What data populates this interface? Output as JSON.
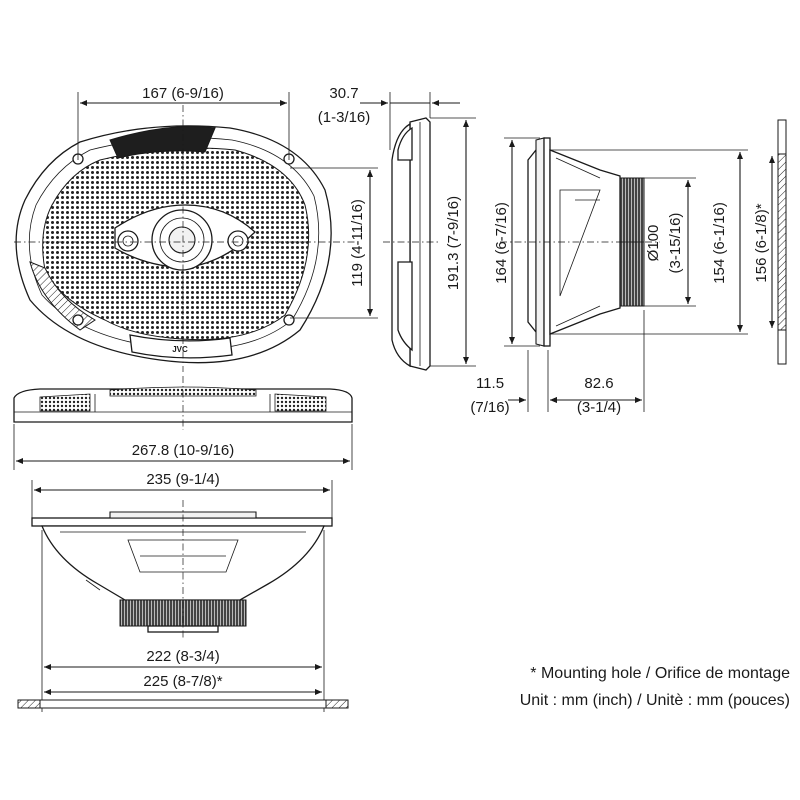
{
  "front_view": {
    "width_between_holes": "167 (6-9/16)",
    "height_between_holes": "119 (4-11/16)",
    "brand_logo": "JVC"
  },
  "side_view": {
    "depth_flange": "30.7",
    "depth_flange_inch": "(1-3/16)",
    "overall_height": "191.3 (7-9/16)"
  },
  "profile_view": {
    "grille_height": "164 (6-7/16)",
    "magnet_diameter": "Ø100",
    "magnet_diameter_inch": "(3-15/16)",
    "cutout_height": "154 (6-1/16)",
    "mounting_hole_height": "156 (6-1/8)*",
    "flange_depth": "11.5",
    "flange_depth_inch": "(7/16)",
    "mounting_depth": "82.6",
    "mounting_depth_inch": "(3-1/4)"
  },
  "top_view": {
    "overall_width": "267.8 (10-9/16)"
  },
  "bottom_view": {
    "width_235": "235 (9-1/4)",
    "width_222": "222 (8-3/4)",
    "width_225": "225 (8-7/8)*"
  },
  "notes": {
    "mounting_hole": "* Mounting hole / Orifice de montage",
    "unit": "Unit : mm (inch) / Unitè : mm (pouces)"
  }
}
